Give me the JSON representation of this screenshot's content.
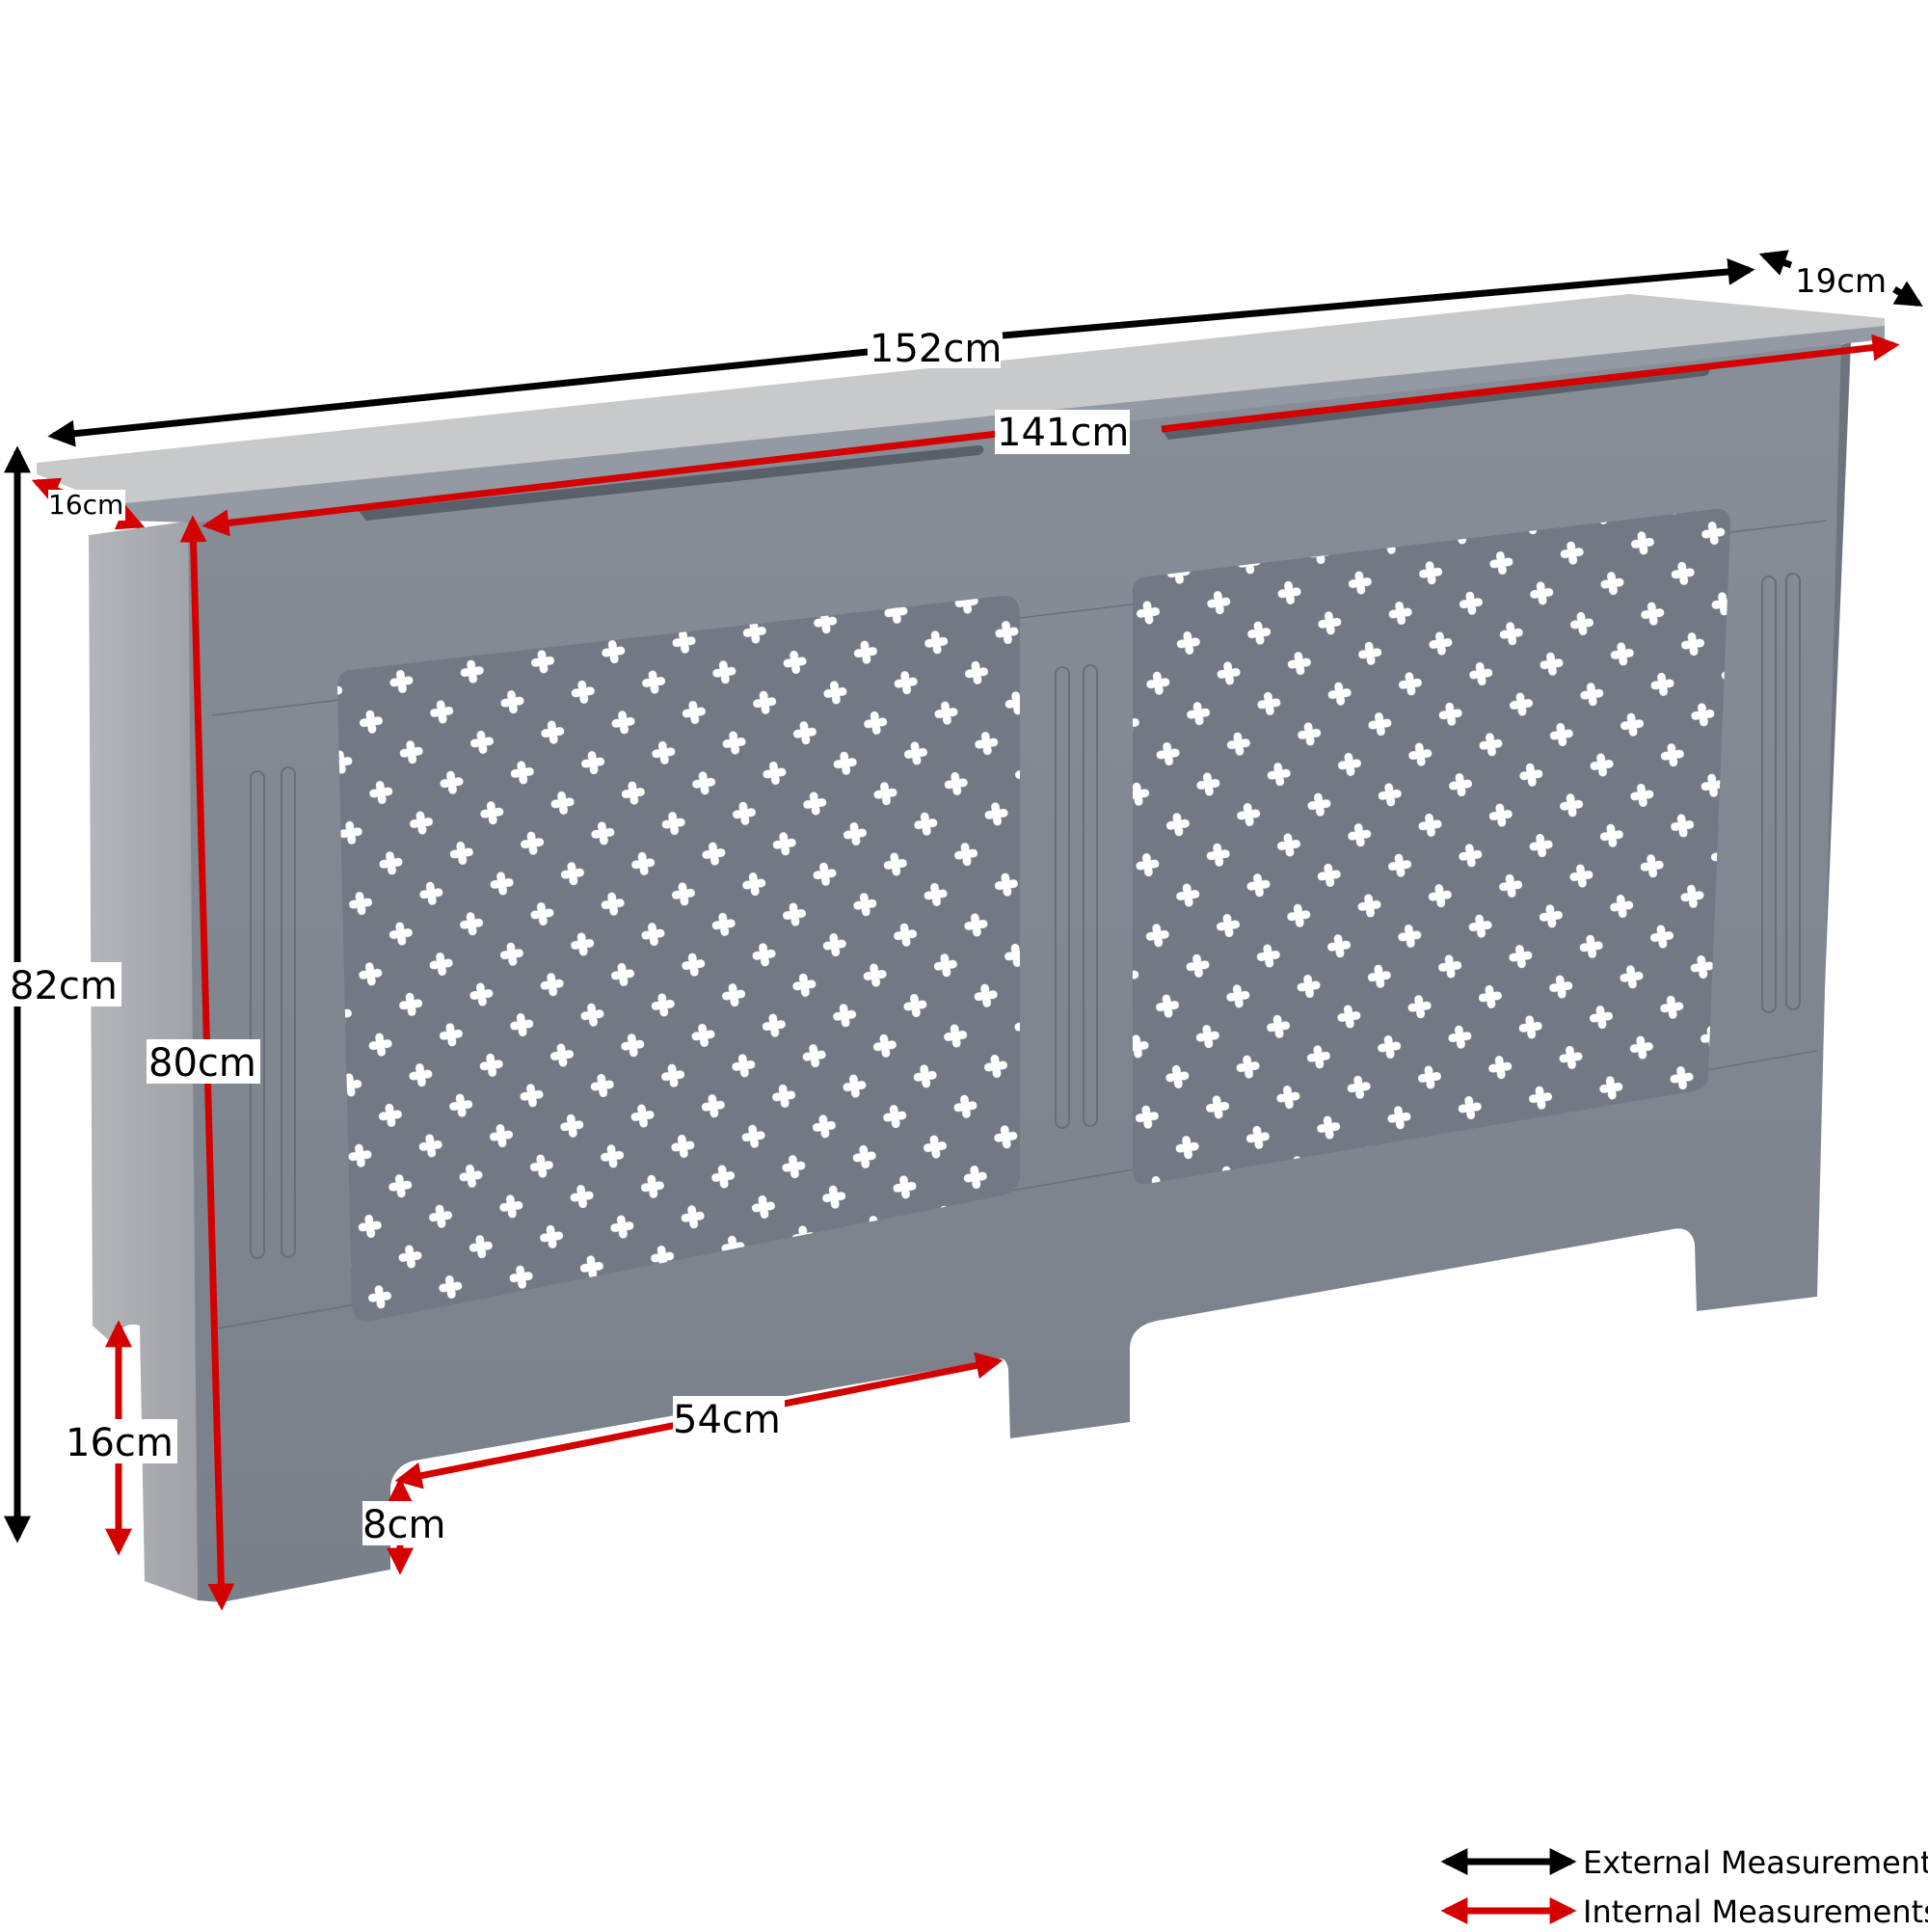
{
  "diagram": {
    "subject": "Radiator cover",
    "colors": {
      "body": "#7d838d",
      "body_light": "#868c96",
      "side": "#a8abb0",
      "top": "#c9cacc",
      "top_edge": "#9096a0",
      "grille_hole": "#ffffff",
      "external_arrow": "#000000",
      "internal_arrow": "#d40000",
      "label_bg": "#ffffff"
    },
    "external_measurements": [
      {
        "id": "width",
        "label": "152cm"
      },
      {
        "id": "depth",
        "label": "19cm"
      },
      {
        "id": "height",
        "label": "82cm"
      }
    ],
    "internal_measurements": [
      {
        "id": "inner_width",
        "label": "141cm"
      },
      {
        "id": "inner_depth",
        "label": "16cm"
      },
      {
        "id": "inner_height",
        "label": "80cm"
      },
      {
        "id": "foot_cutout_height",
        "label": "16cm"
      },
      {
        "id": "front_cutout_width",
        "label": "54cm"
      },
      {
        "id": "front_cutout_height",
        "label": "8cm"
      }
    ],
    "legend": [
      {
        "label": "External Measurements",
        "color": "#000000"
      },
      {
        "label": "Internal Measurements",
        "color": "#d40000"
      }
    ]
  }
}
